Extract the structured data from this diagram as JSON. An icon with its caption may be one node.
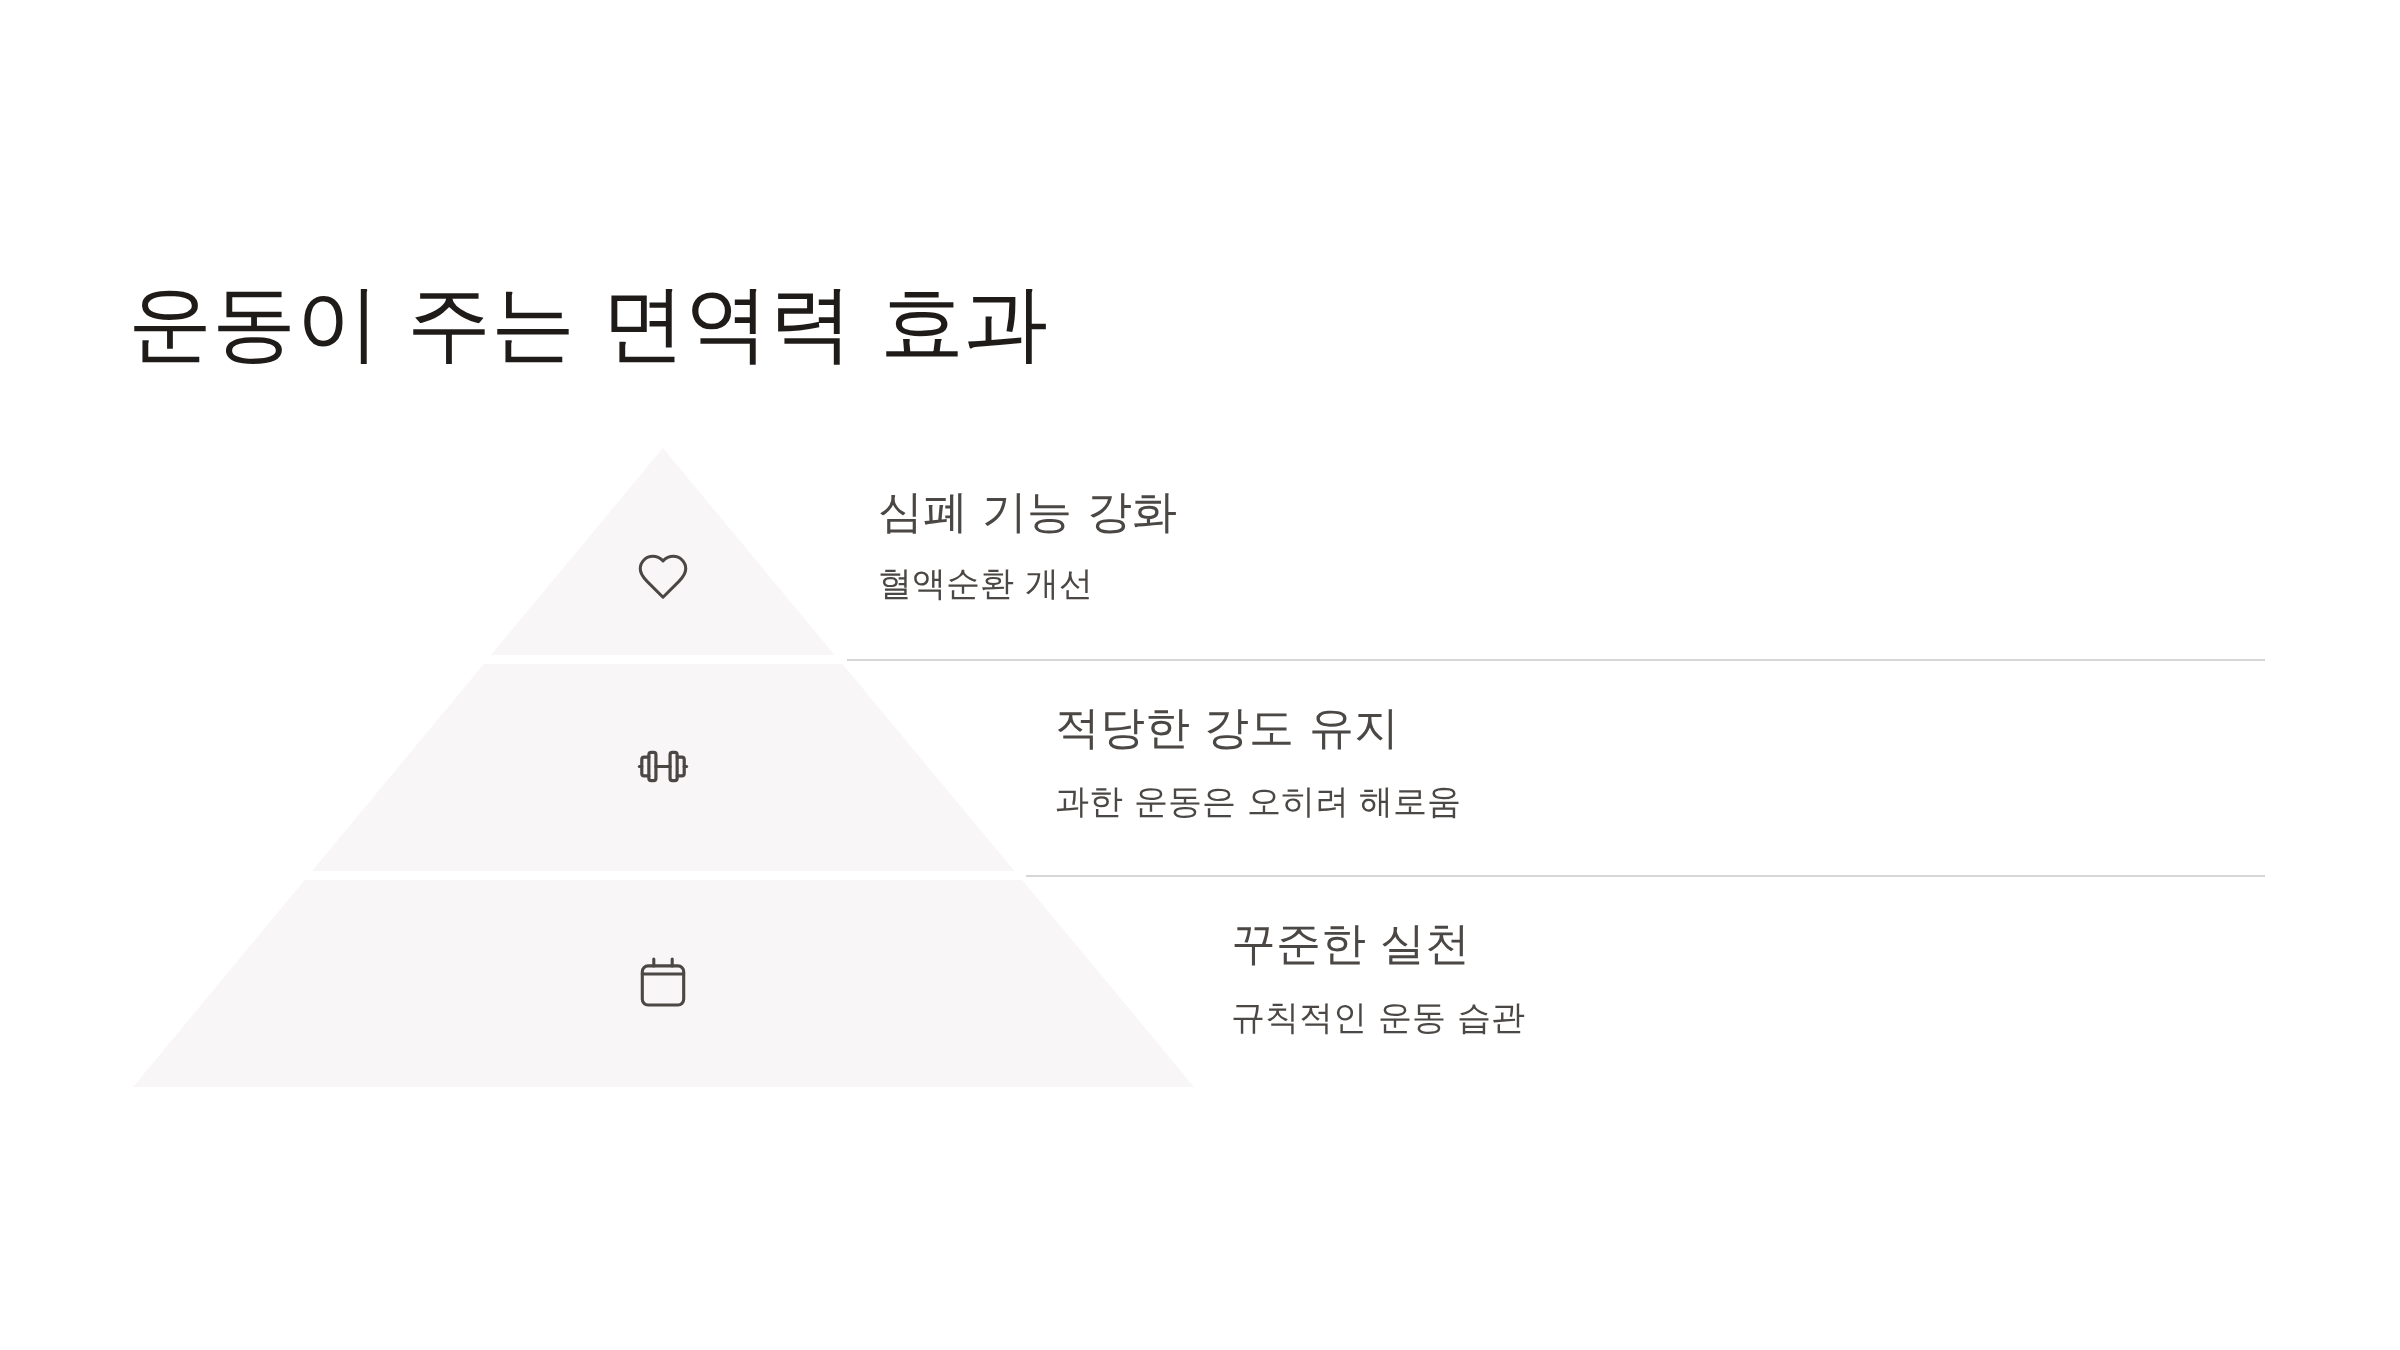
{
  "diagram": {
    "title": "운동이 주는 면역력 효과",
    "nodes": [
      {
        "text": [],
        "shape": "triangle",
        "beside": [
          "심폐 기능 강화",
          "혈액순환 개선"
        ]
      },
      {
        "text": [],
        "shape": "trapezoid",
        "beside": [
          "적당한 강도 유지",
          "과한 운동은 오히려 해로움"
        ]
      },
      {
        "text": [],
        "shape": "trapezoid",
        "beside": [
          "꾸준한 실천",
          "규칙적인 운동 습관"
        ]
      }
    ]
  }
}
